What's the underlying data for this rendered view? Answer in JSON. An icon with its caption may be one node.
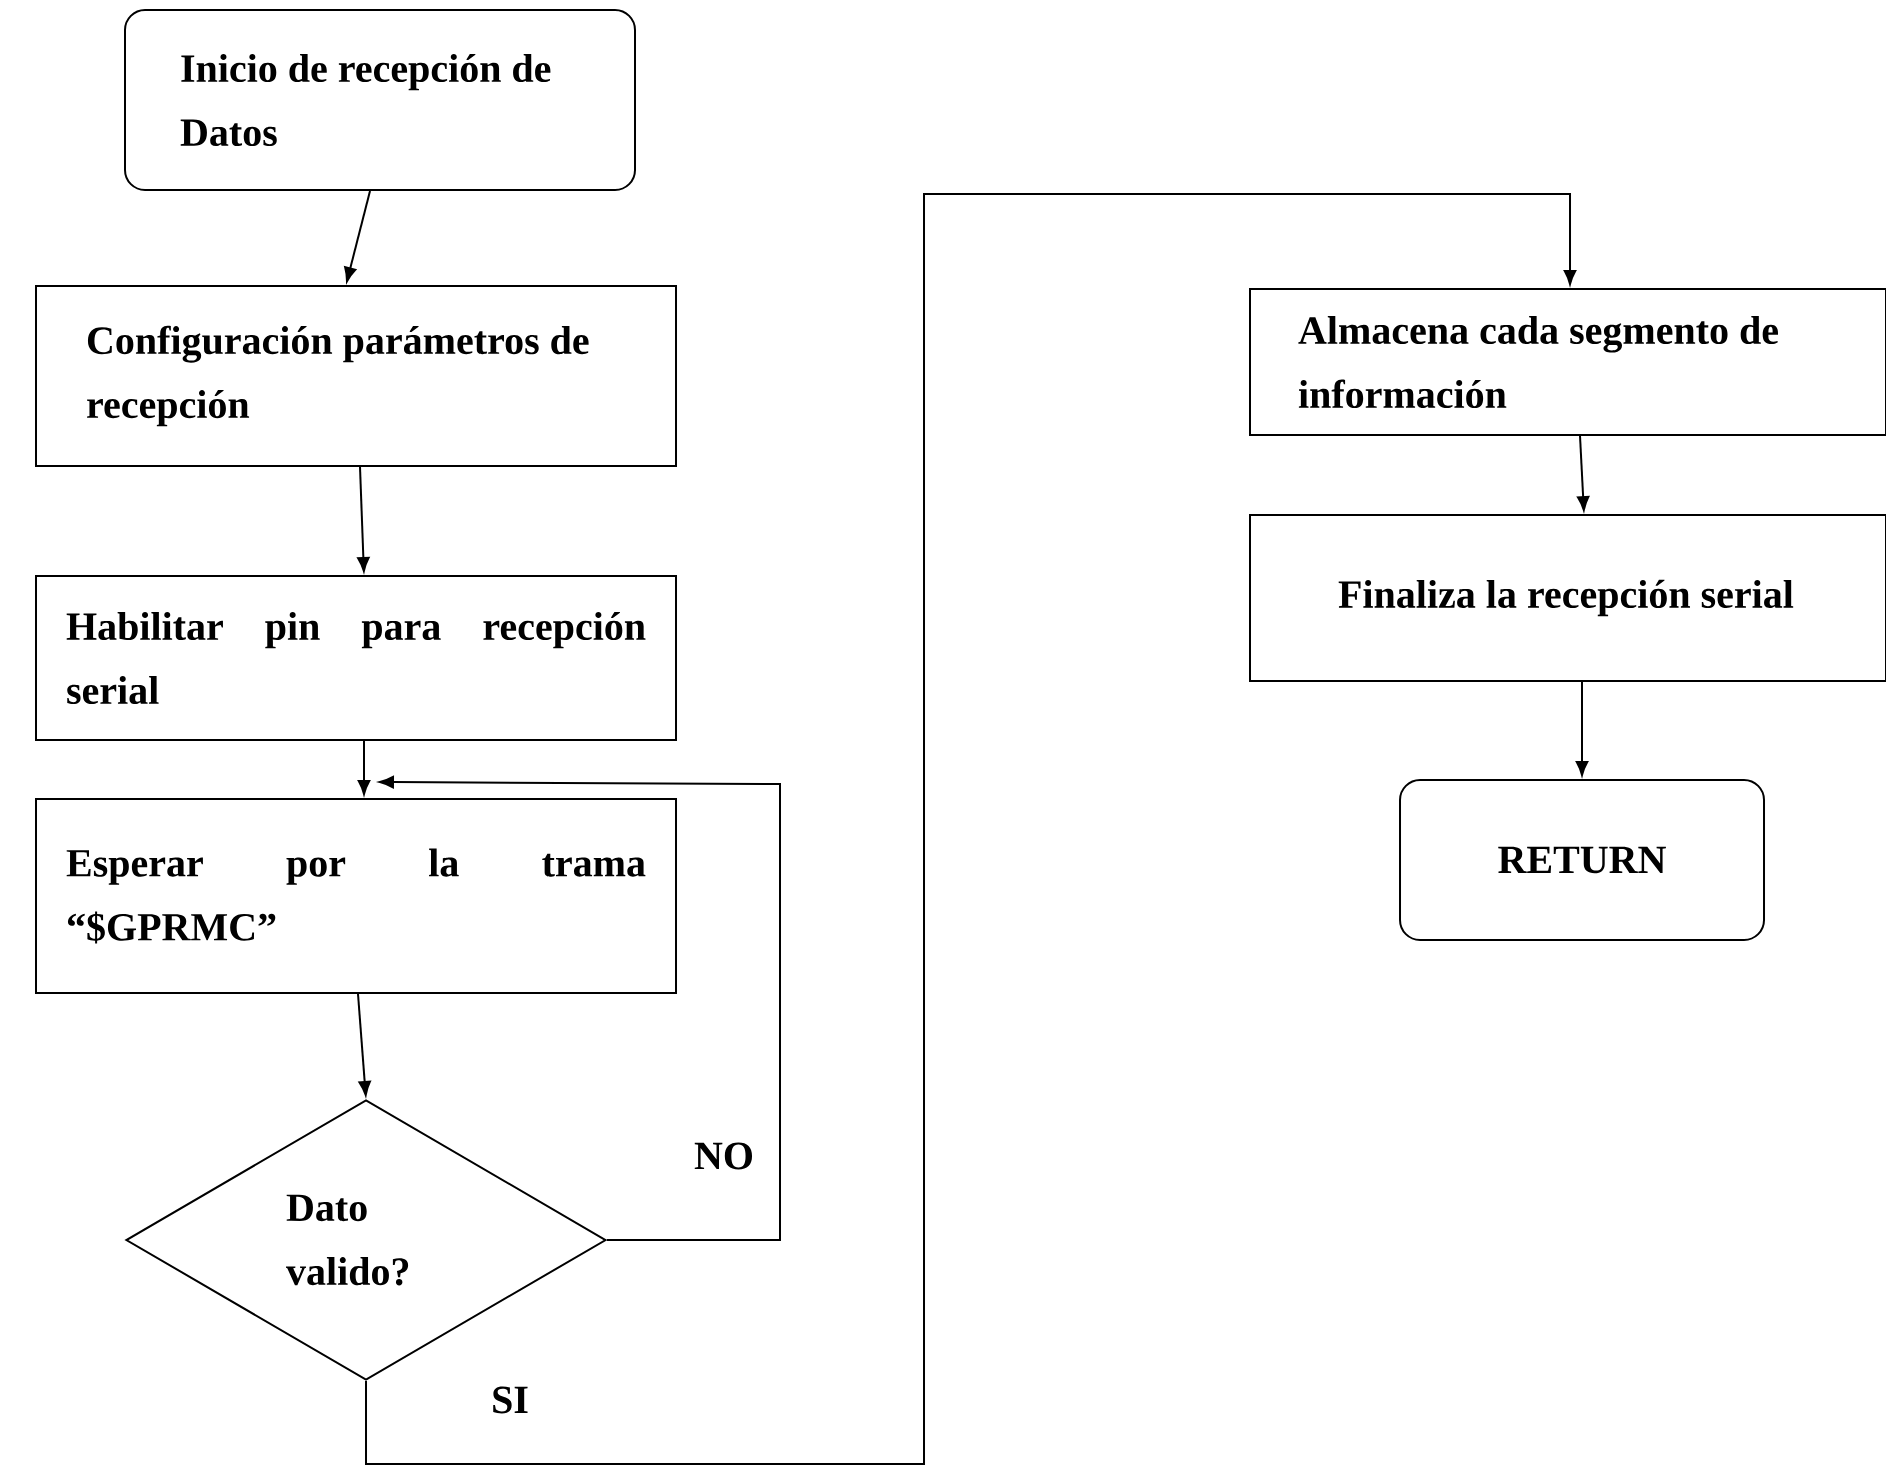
{
  "diagram": {
    "nodes": [
      {
        "text": [
          "Inicio de recepción de Datos"
        ]
      },
      {
        "text": [
          "Configuración parámetros de recepción"
        ]
      },
      {
        "text": [
          "Habilitar pin para recepción serial"
        ]
      },
      {
        "text": [
          "Esperar por la trama “$GPRMC”"
        ]
      },
      {
        "text": [
          "Dato valido?"
        ]
      },
      {
        "text": [
          "Almacena cada segmento de información"
        ]
      },
      {
        "text": [
          "Finaliza la recepción serial"
        ]
      },
      {
        "text": [
          "RETURN"
        ]
      }
    ],
    "edges": [
      {
        "from": 0,
        "to": 1,
        "arrow": "to"
      },
      {
        "from": 1,
        "to": 2,
        "arrow": "to"
      },
      {
        "from": 2,
        "to": 3,
        "arrow": "to"
      },
      {
        "from": 4,
        "to": 3,
        "arrow": "to",
        "label": "NO"
      },
      {
        "from": 4,
        "to": 5,
        "arrow": "to",
        "label": "SI"
      },
      {
        "from": 5,
        "to": 6,
        "arrow": "to"
      },
      {
        "from": 6,
        "to": 7,
        "arrow": "to"
      },
      {
        "from": 3,
        "to": 4,
        "arrow": "to"
      }
    ]
  }
}
